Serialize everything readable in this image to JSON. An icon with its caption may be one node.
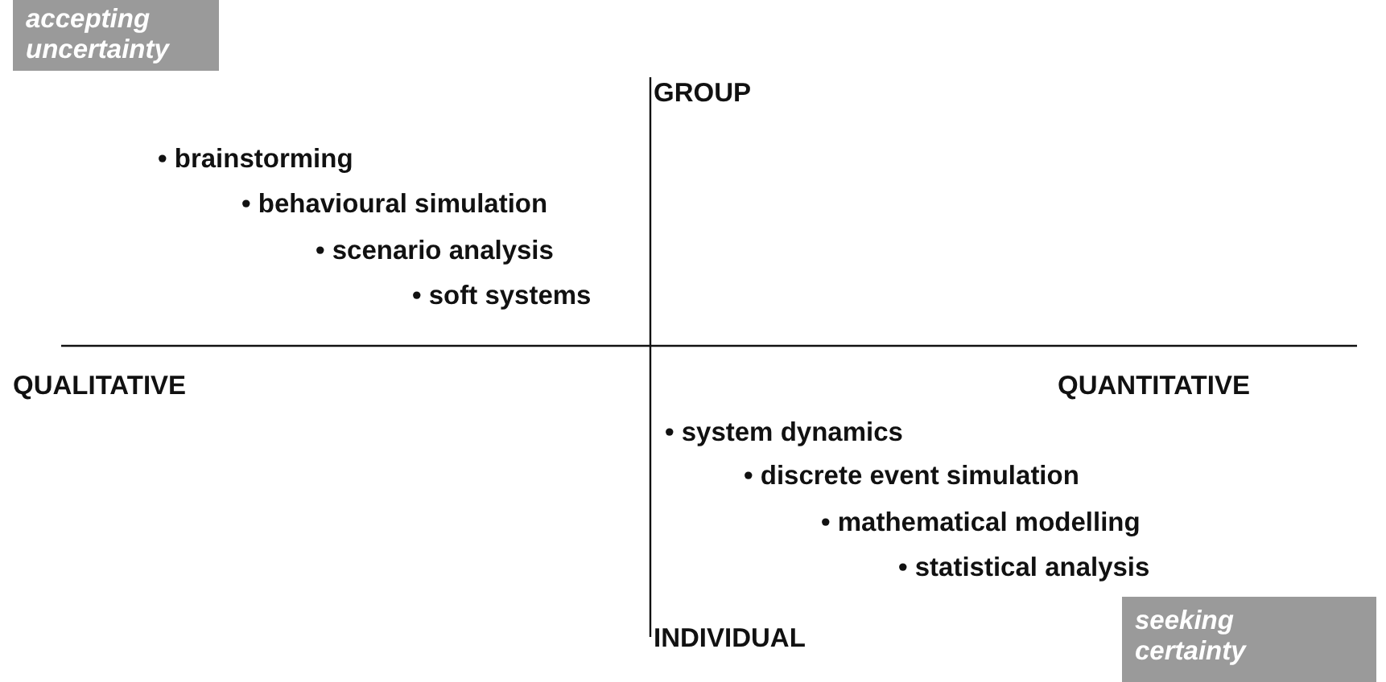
{
  "diagram": {
    "nodes": [
      {
        "text": [
          "accepting uncertainty"
        ]
      },
      {
        "text": [
          "seeking certainty"
        ]
      }
    ],
    "labels": [
      "GROUP",
      "• brainstorming",
      "• behavioural simulation",
      "• scenario analysis",
      "• soft systems",
      "QUALITATIVE",
      "QUANTITATIVE",
      "• system dynamics",
      "• discrete event simulation",
      "• mathematical modelling",
      "• statistical analysis",
      "INDIVIDUAL"
    ]
  }
}
